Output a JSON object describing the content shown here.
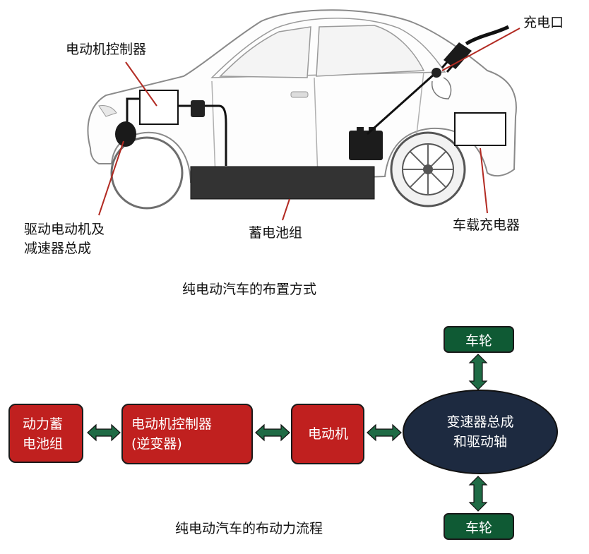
{
  "layout_diagram": {
    "labels": {
      "controller": "电动机控制器",
      "charging_port": "充电口",
      "motor_reducer_line1": "驱动电动机及",
      "motor_reducer_line2": "减速器总成",
      "battery": "蓄电池组",
      "onboard_charger": "车载充电器"
    },
    "caption": "纯电动汽车的布置方式"
  },
  "flow_diagram": {
    "nodes": {
      "battery_line1": "动力蓄",
      "battery_line2": "电池组",
      "controller_line1": "电动机控制器",
      "controller_line2": "(逆变器)",
      "motor": "电动机",
      "transmission_line1": "变速器总成",
      "transmission_line2": "和驱动轴",
      "wheel_top": "车轮",
      "wheel_bottom": "车轮"
    },
    "caption": "纯电动汽车的布动力流程"
  },
  "colors": {
    "red_box": "#c0201f",
    "green_box": "#0f5a34",
    "navy_oval": "#1d2a40",
    "arrow_green": "#1f6b45"
  }
}
